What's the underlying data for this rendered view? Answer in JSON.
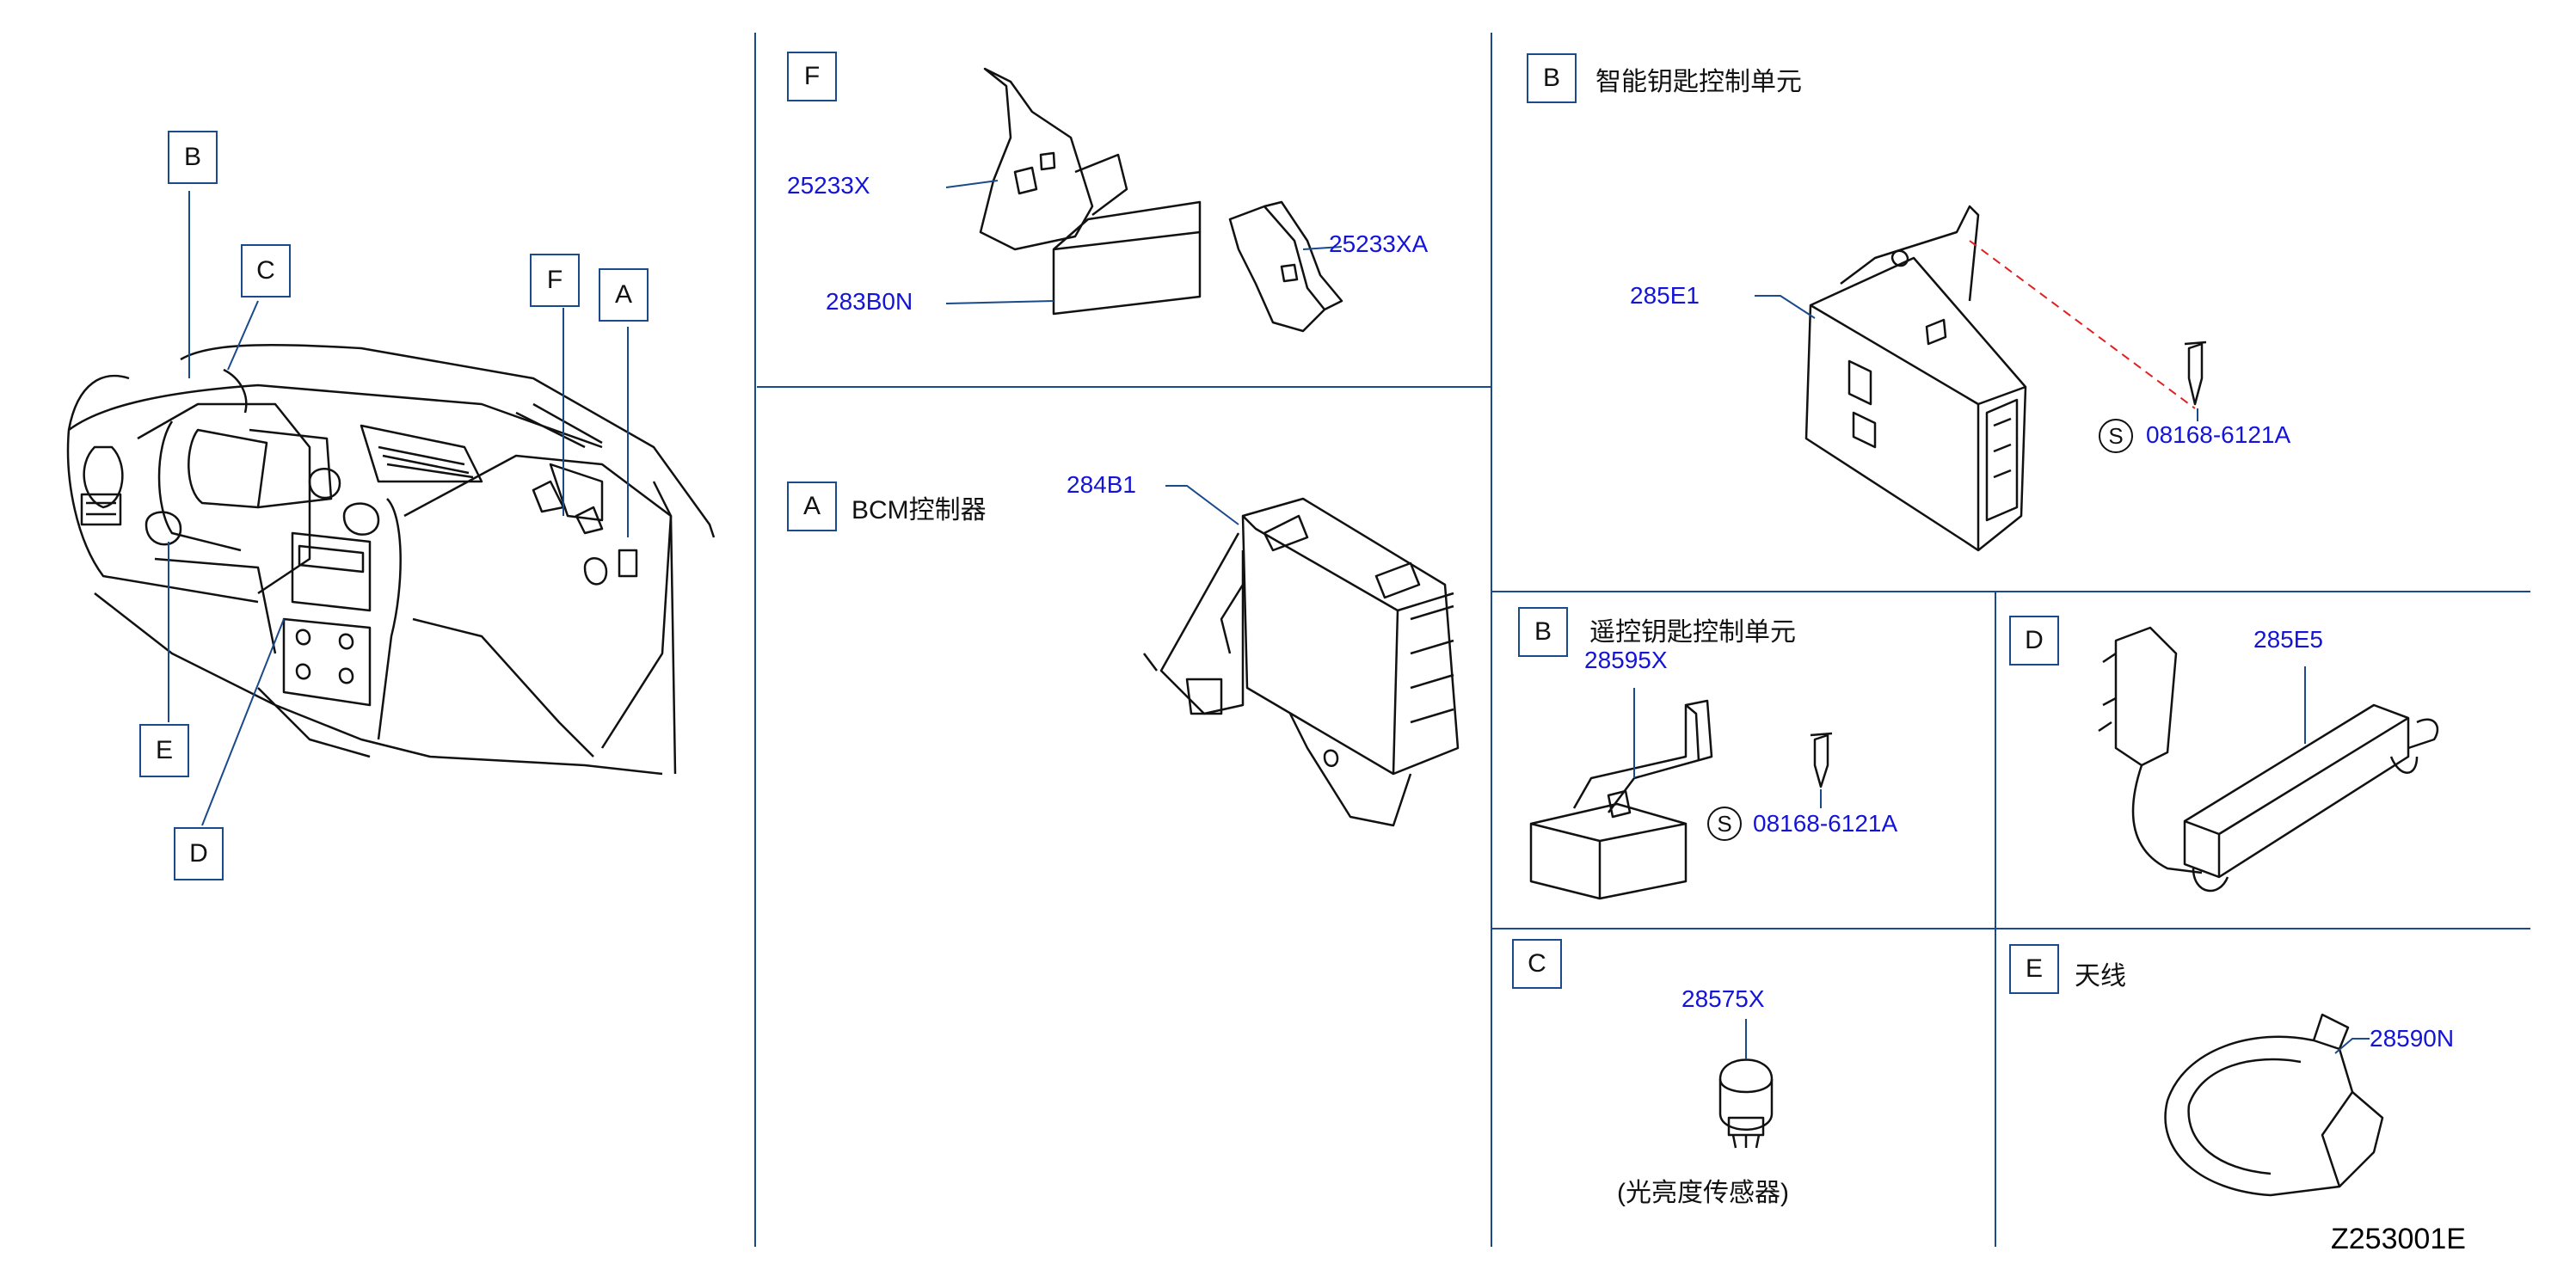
{
  "colors": {
    "divider": "#1a4a8a",
    "part_number": "#1414d8",
    "line": "#111111",
    "dashed": "#e02020"
  },
  "overview": {
    "callouts": [
      "B",
      "C",
      "F",
      "A",
      "E",
      "D"
    ]
  },
  "panel_f": {
    "tag": "F",
    "parts": [
      "25233X",
      "283B0N",
      "25233XA"
    ]
  },
  "panel_a": {
    "tag": "A",
    "title": "BCM控制器",
    "part": "284B1"
  },
  "panel_b_smart": {
    "tag": "B",
    "title": "智能钥匙控制单元",
    "part": "285E1",
    "s_mark": "S",
    "bolt": "08168-6121A"
  },
  "panel_b_remote": {
    "tag": "B",
    "title": "遥控钥匙控制单元",
    "part": "28595X",
    "s_mark": "S",
    "bolt": "08168-6121A"
  },
  "panel_d": {
    "tag": "D",
    "part": "285E5"
  },
  "panel_c": {
    "tag": "C",
    "part": "28575X",
    "note": "(光亮度传感器)"
  },
  "panel_e": {
    "tag": "E",
    "title": "天线",
    "part": "28590N"
  },
  "diagram_code": "Z253001E"
}
